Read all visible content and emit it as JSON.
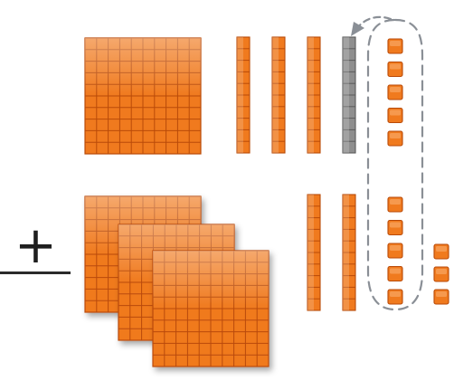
{
  "title": "",
  "blocks": {
    "top_row": {
      "hundreds": 1,
      "tens": 4,
      "regrouped_tens": 1,
      "ones": 5
    },
    "bottom_row": {
      "hundreds": 3,
      "tens": 2,
      "ones_circled": 5,
      "ones_extra": 3
    }
  },
  "operator": {
    "symbol": "+"
  },
  "colors": {
    "block_fill": "#f07a1e",
    "block_grid": "#b94a08",
    "block_highlight": "#fbb377",
    "regroup_fill": "#8e8e8e",
    "regroup_grid": "#5a5a5a",
    "dashed_outline": "#8a8f96",
    "rule_line": "#2a2a2a"
  },
  "annotations": {
    "regroup_arrow": "curved-arrow-icon",
    "group_outline": "dashed-rounded-rectangle"
  }
}
